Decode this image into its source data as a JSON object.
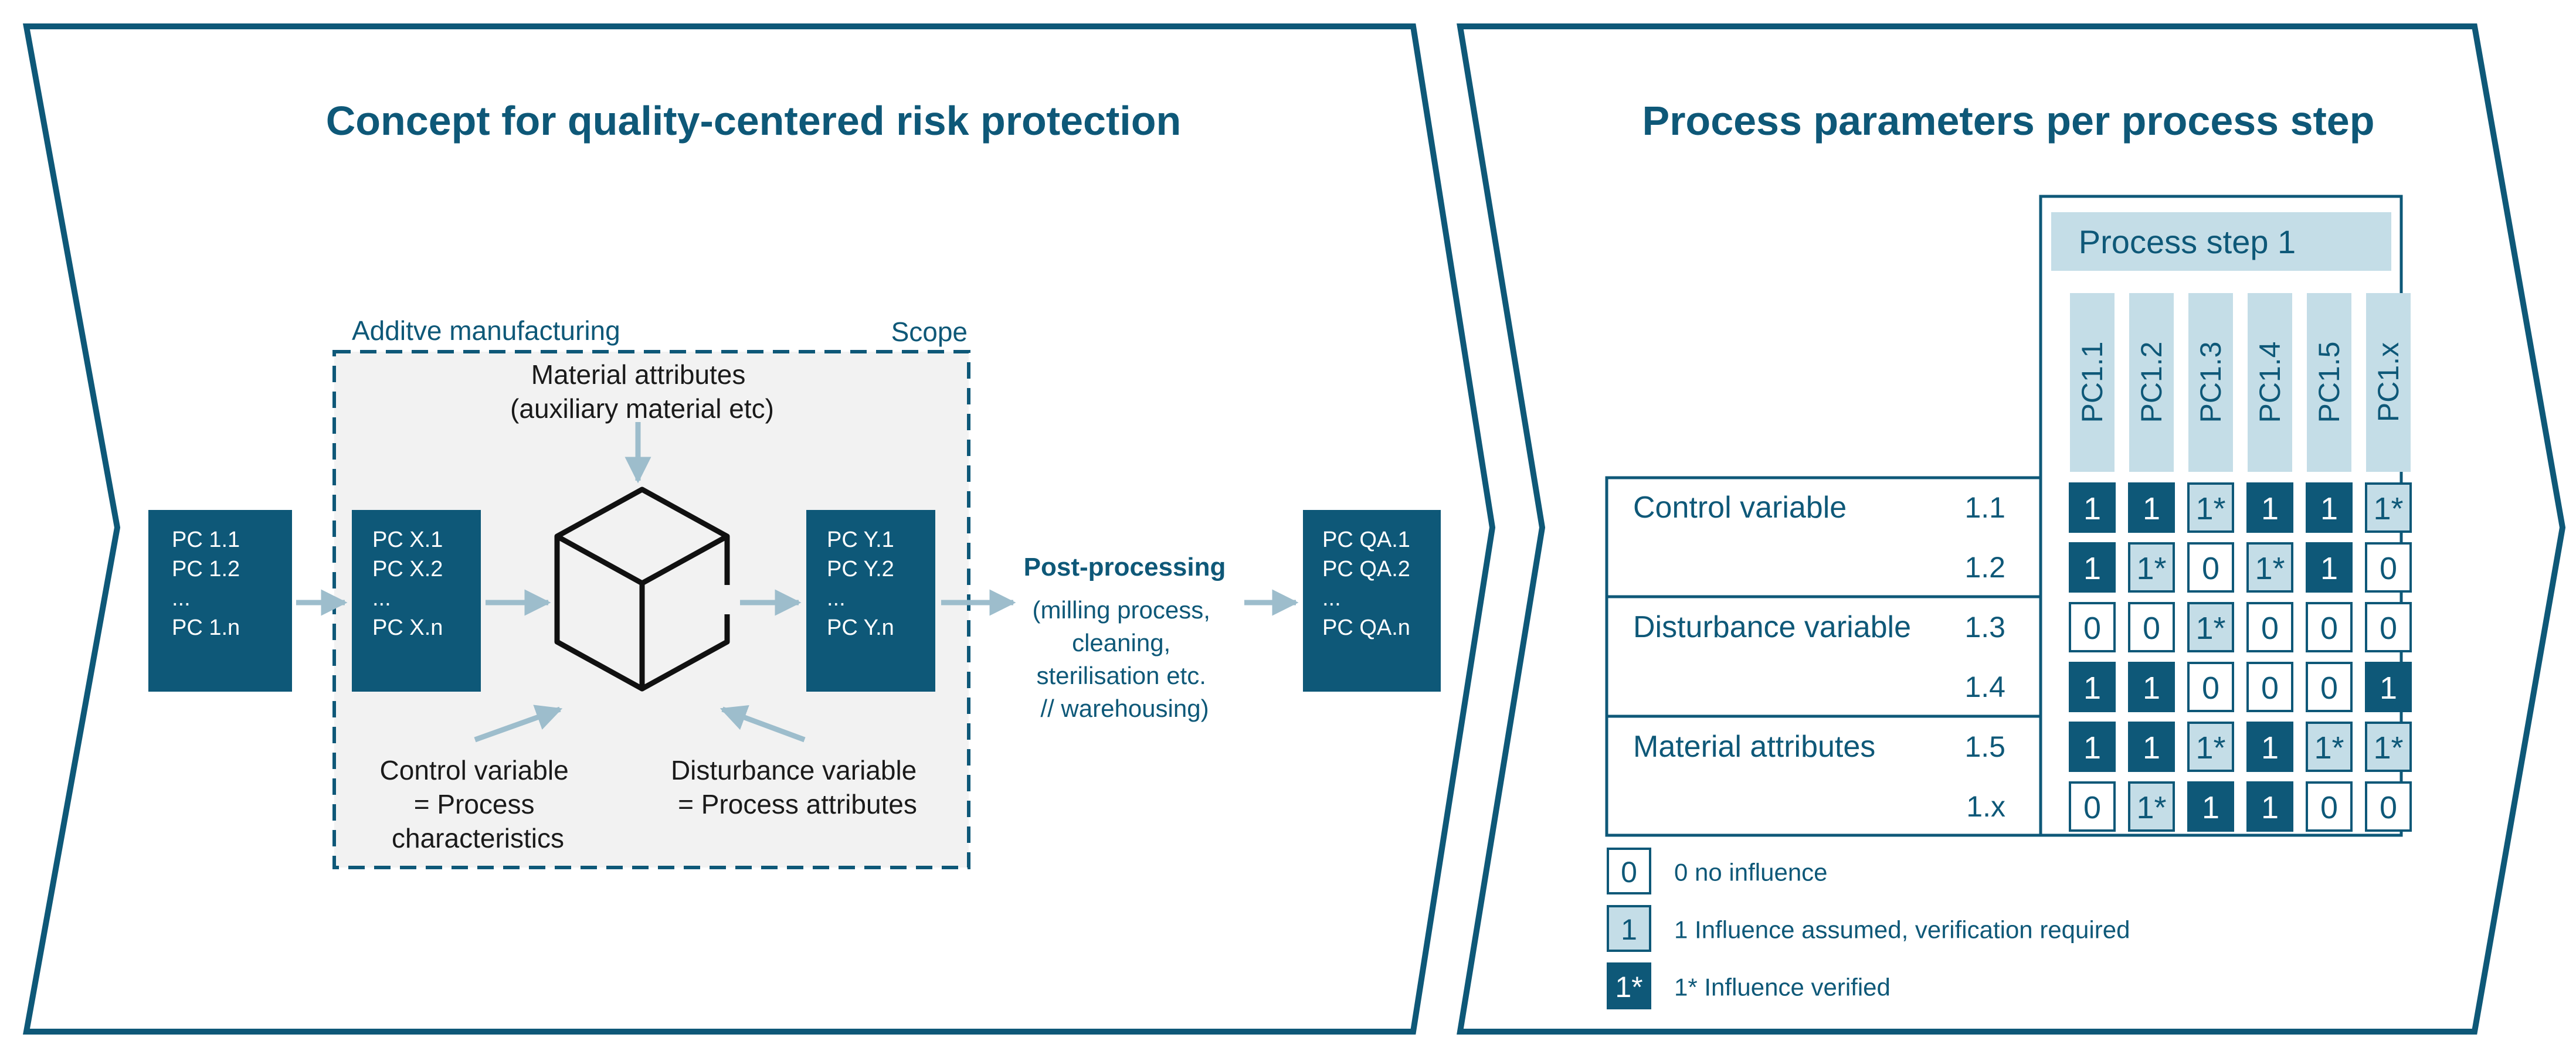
{
  "colors": {
    "primary": "#0e5878",
    "light": "#c4dde7",
    "arrow": "#9dbdcc",
    "scope_fill": "#f2f2f2",
    "border": "#0e5878",
    "text": "#1a1a1a"
  },
  "left_panel": {
    "title": "Concept for quality-centered risk protection",
    "scope": {
      "name": "Additve manufacturing",
      "label": "Scope"
    },
    "material_attributes": [
      "Material attributes",
      "(auxiliary material etc)"
    ],
    "input_box": [
      "PC 1.1",
      "PC 1.2",
      "...",
      "PC 1.n"
    ],
    "x_box": [
      "PC X.1",
      "PC X.2",
      "...",
      "PC X.n"
    ],
    "y_box": [
      "PC Y.1",
      "PC Y.2",
      "...",
      "PC Y.n"
    ],
    "qa_box": [
      "PC QA.1",
      "PC QA.2",
      "...",
      "PC QA.n"
    ],
    "control_variable": [
      "Control variable",
      "= Process",
      "characteristics"
    ],
    "disturbance_variable": [
      "Disturbance variable",
      "= Process attributes"
    ],
    "post_processing": {
      "title": "Post-processing",
      "lines": [
        "(milling process,",
        "cleaning,",
        "sterilisation etc.",
        "// warehousing)"
      ]
    }
  },
  "right_panel": {
    "title": "Process parameters per process step",
    "process_step": "Process step 1",
    "columns": [
      "PC1.1",
      "PC1.2",
      "PC1.3",
      "PC1.4",
      "PC1.5",
      "PC1.x"
    ],
    "groups": [
      {
        "label": "Control variable",
        "rows": [
          0,
          1
        ]
      },
      {
        "label": "Disturbance variable",
        "rows": [
          2,
          3
        ]
      },
      {
        "label": "Material attributes",
        "rows": [
          4,
          5
        ]
      }
    ],
    "rows": [
      {
        "id": "1.1",
        "cells": [
          "1",
          "1",
          "1*",
          "1",
          "1",
          "1*"
        ]
      },
      {
        "id": "1.2",
        "cells": [
          "1",
          "1*",
          "0",
          "1*",
          "1",
          "0"
        ]
      },
      {
        "id": "1.3",
        "cells": [
          "0",
          "0",
          "1*",
          "0",
          "0",
          "0"
        ]
      },
      {
        "id": "1.4",
        "cells": [
          "1",
          "1",
          "0",
          "0",
          "0",
          "1"
        ]
      },
      {
        "id": "1.5",
        "cells": [
          "1",
          "1",
          "1*",
          "1",
          "1*",
          "1*"
        ]
      },
      {
        "id": "1.x",
        "cells": [
          "0",
          "1*",
          "1",
          "1",
          "0",
          "0"
        ]
      }
    ],
    "legend": [
      {
        "symbol": "0",
        "text": "0 no influence",
        "style": "white"
      },
      {
        "symbol": "1",
        "text": "1 Influence assumed, verification required",
        "style": "light"
      },
      {
        "symbol": "1*",
        "text": "1* Influence verified",
        "style": "dark"
      }
    ]
  }
}
